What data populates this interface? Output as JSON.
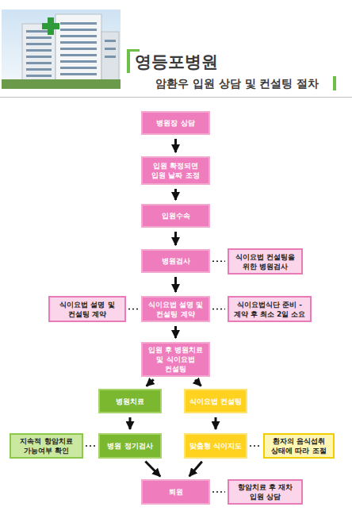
{
  "diagram": {
    "title": "영등포병원",
    "nodes": [
      {
        "text": [
          "병원장 상담"
        ]
      },
      {
        "text": [
          "입원 확정되면 입원 날짜 조정"
        ]
      },
      {
        "text": [
          "입원수속"
        ]
      },
      {
        "text": [
          "병원검사"
        ]
      },
      {
        "text": [
          "식이요법 컨설팅을 위한 병원검사"
        ]
      },
      {
        "text": [
          "식이요법 설명 및 컨설팅 계약"
        ]
      },
      {
        "text": [
          "식이요법 설명 및 컨설팅 계약"
        ]
      },
      {
        "text": [
          "식이요법식단 준비 -계약 후 최소 2일 소요"
        ]
      },
      {
        "text": [
          "입원 후 병원치료 및 식이요법 컨설팅"
        ]
      },
      {
        "text": [
          "병원치료"
        ]
      },
      {
        "text": [
          "식이요법 컨설팅"
        ]
      },
      {
        "text": [
          "지속적 항암치료 가능여부 확인"
        ]
      },
      {
        "text": [
          "병원 정기검사"
        ]
      },
      {
        "text": [
          "맞춤형 식이지도"
        ]
      },
      {
        "text": [
          "환자의 음식섭취 상태에 따라 조절"
        ]
      },
      {
        "text": [
          "퇴원"
        ]
      },
      {
        "text": [
          "항암치료 후 재차 입원 상담"
        ]
      }
    ],
    "edges": [
      {
        "from": 0,
        "to": 1,
        "arrow": "to"
      },
      {
        "from": 1,
        "to": 2,
        "arrow": "to"
      },
      {
        "from": 2,
        "to": 3,
        "arrow": "to"
      },
      {
        "from": 3,
        "to": 4,
        "arrow": "none"
      },
      {
        "from": 3,
        "to": 6,
        "arrow": "to"
      },
      {
        "from": 5,
        "to": 6,
        "arrow": "none"
      },
      {
        "from": 6,
        "to": 7,
        "arrow": "none"
      },
      {
        "from": 6,
        "to": 8,
        "arrow": "to"
      },
      {
        "from": 8,
        "to": 9,
        "arrow": "to"
      },
      {
        "from": 8,
        "to": 10,
        "arrow": "to"
      },
      {
        "from": 9,
        "to": 12,
        "arrow": "to"
      },
      {
        "from": 10,
        "to": 13,
        "arrow": "to"
      },
      {
        "from": 11,
        "to": 12,
        "arrow": "none"
      },
      {
        "from": 13,
        "to": 14,
        "arrow": "none"
      },
      {
        "from": 12,
        "to": 15,
        "arrow": "to"
      },
      {
        "from": 13,
        "to": 15,
        "arrow": "to"
      },
      {
        "from": 15,
        "to": 16,
        "arrow": "none"
      }
    ],
    "labels": [
      "암환우 입원 상담 및 컨설팅 절차"
    ]
  }
}
